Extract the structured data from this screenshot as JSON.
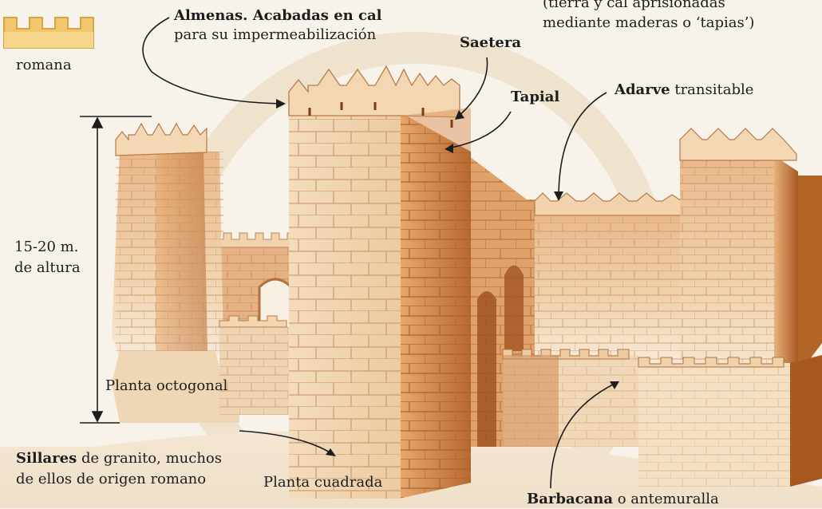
{
  "labels": {
    "top_right_line1": "(tierra y cal aprisionadas",
    "top_right_line2": "mediante maderas o ‘tapias’)",
    "almenas_bold": "Almenas.",
    "almenas_rest": " Acabadas en cal",
    "almenas_line2": "para su impermeabilización",
    "saetera": "Saetera",
    "tapial": "Tapial",
    "adarve_bold": "Adarve",
    "adarve_rest": " transitable",
    "romana": "romana",
    "height_line1": "15-20 m.",
    "height_line2": "de altura",
    "planta_octogonal": "Planta octogonal",
    "sillares_bold": "Sillares",
    "sillares_rest": " de granito, muchos",
    "sillares_line2": "de ellos de origen romano",
    "planta_cuadrada": "Planta cuadrada",
    "barbacana_bold": "Barbacana",
    "barbacana_rest": " o antemuralla"
  },
  "colors": {
    "stone_light": "#f0d3ae",
    "stone_mid": "#dfa06a",
    "stone_dark": "#b86a30",
    "legend_icon": "#f2c66e",
    "background": "#f8f3ea"
  }
}
